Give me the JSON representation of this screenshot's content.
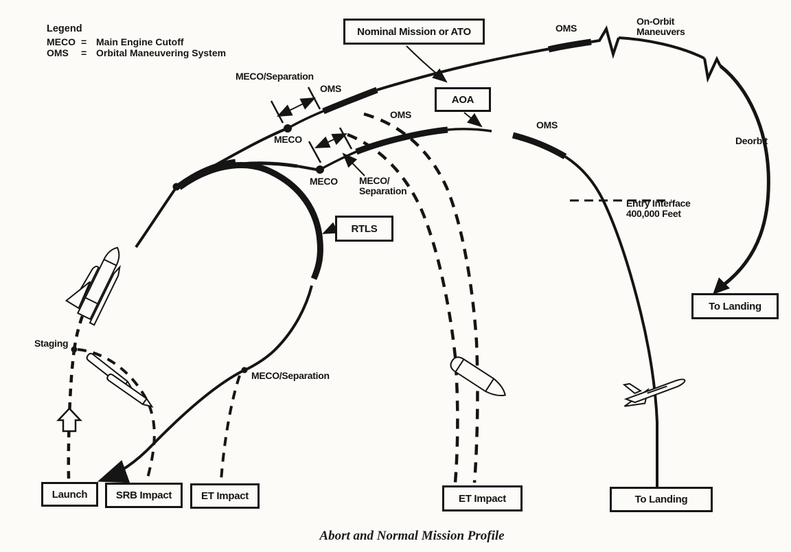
{
  "legend": {
    "title": "Legend",
    "entries": [
      {
        "abbr": "MECO",
        "eq": "=",
        "full": "Main Engine Cutoff"
      },
      {
        "abbr": "OMS",
        "eq": "=",
        "full": "Orbital Maneuvering System"
      }
    ]
  },
  "boxes": {
    "nominal": "Nominal Mission or ATO",
    "aoa": "AOA",
    "rtls": "RTLS",
    "to_landing_orbit": "To Landing",
    "to_landing_aoa": "To Landing",
    "launch": "Launch",
    "srb_impact": "SRB Impact",
    "et_impact_rtls": "ET Impact",
    "et_impact_aoa": "ET Impact"
  },
  "labels": {
    "meco_separation_nominal": "MECO/Separation",
    "oms_nominal_1": "OMS",
    "oms_nominal_2": "OMS",
    "on_orbit_line1": "On-Orbit",
    "on_orbit_line2": "Maneuvers",
    "deorbit": "Deorbit",
    "meco_nominal": "MECO",
    "meco_aoa": "MECO",
    "meco_sep_aoa_line1": "MECO/",
    "meco_sep_aoa_line2": "Separation",
    "oms_aoa_1": "OMS",
    "oms_aoa_2": "OMS",
    "entry_interface_line1": "Entry Interface",
    "entry_interface_line2": "400,000 Feet",
    "staging": "Staging",
    "meco_separation_rtls": "MECO/Separation"
  },
  "caption": "Abort and Normal Mission Profile",
  "colors": {
    "ink": "#151515",
    "background": "#fcfbf7"
  }
}
